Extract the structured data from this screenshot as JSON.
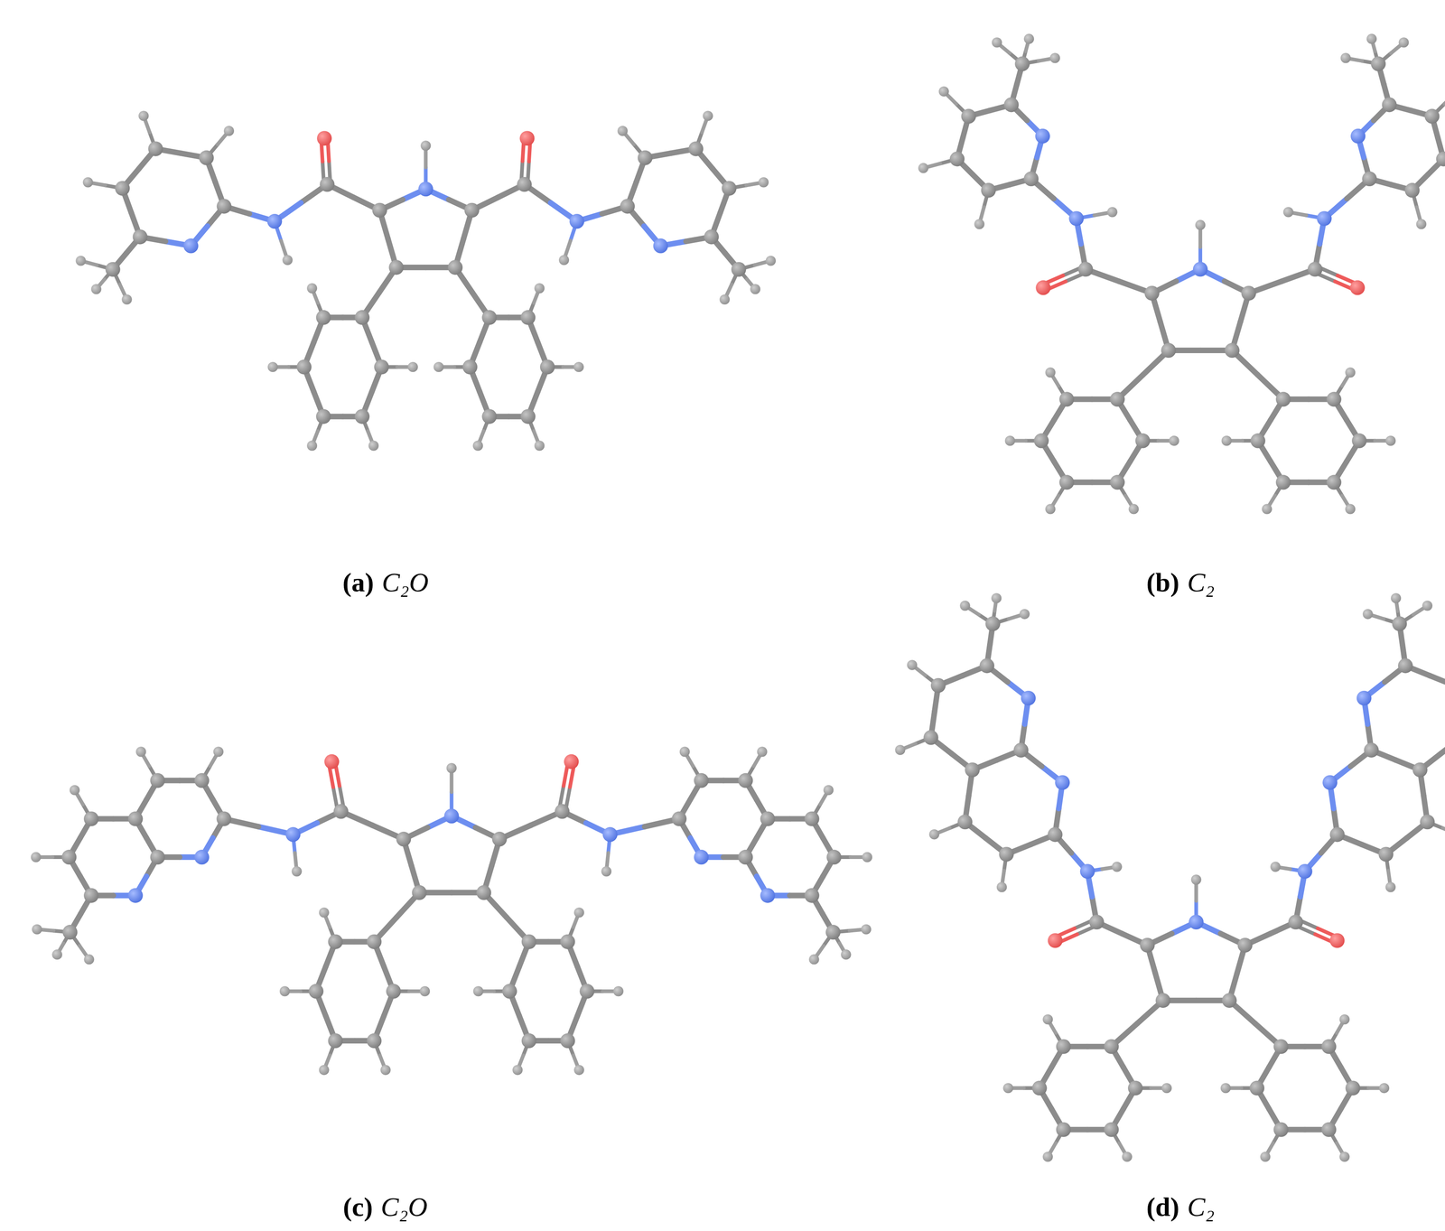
{
  "diagram": {
    "labels": [
      "(a)",
      "C₂O",
      "(b)",
      "C₂",
      "(c)",
      "C₂O",
      "(d)",
      "C₂"
    ]
  }
}
